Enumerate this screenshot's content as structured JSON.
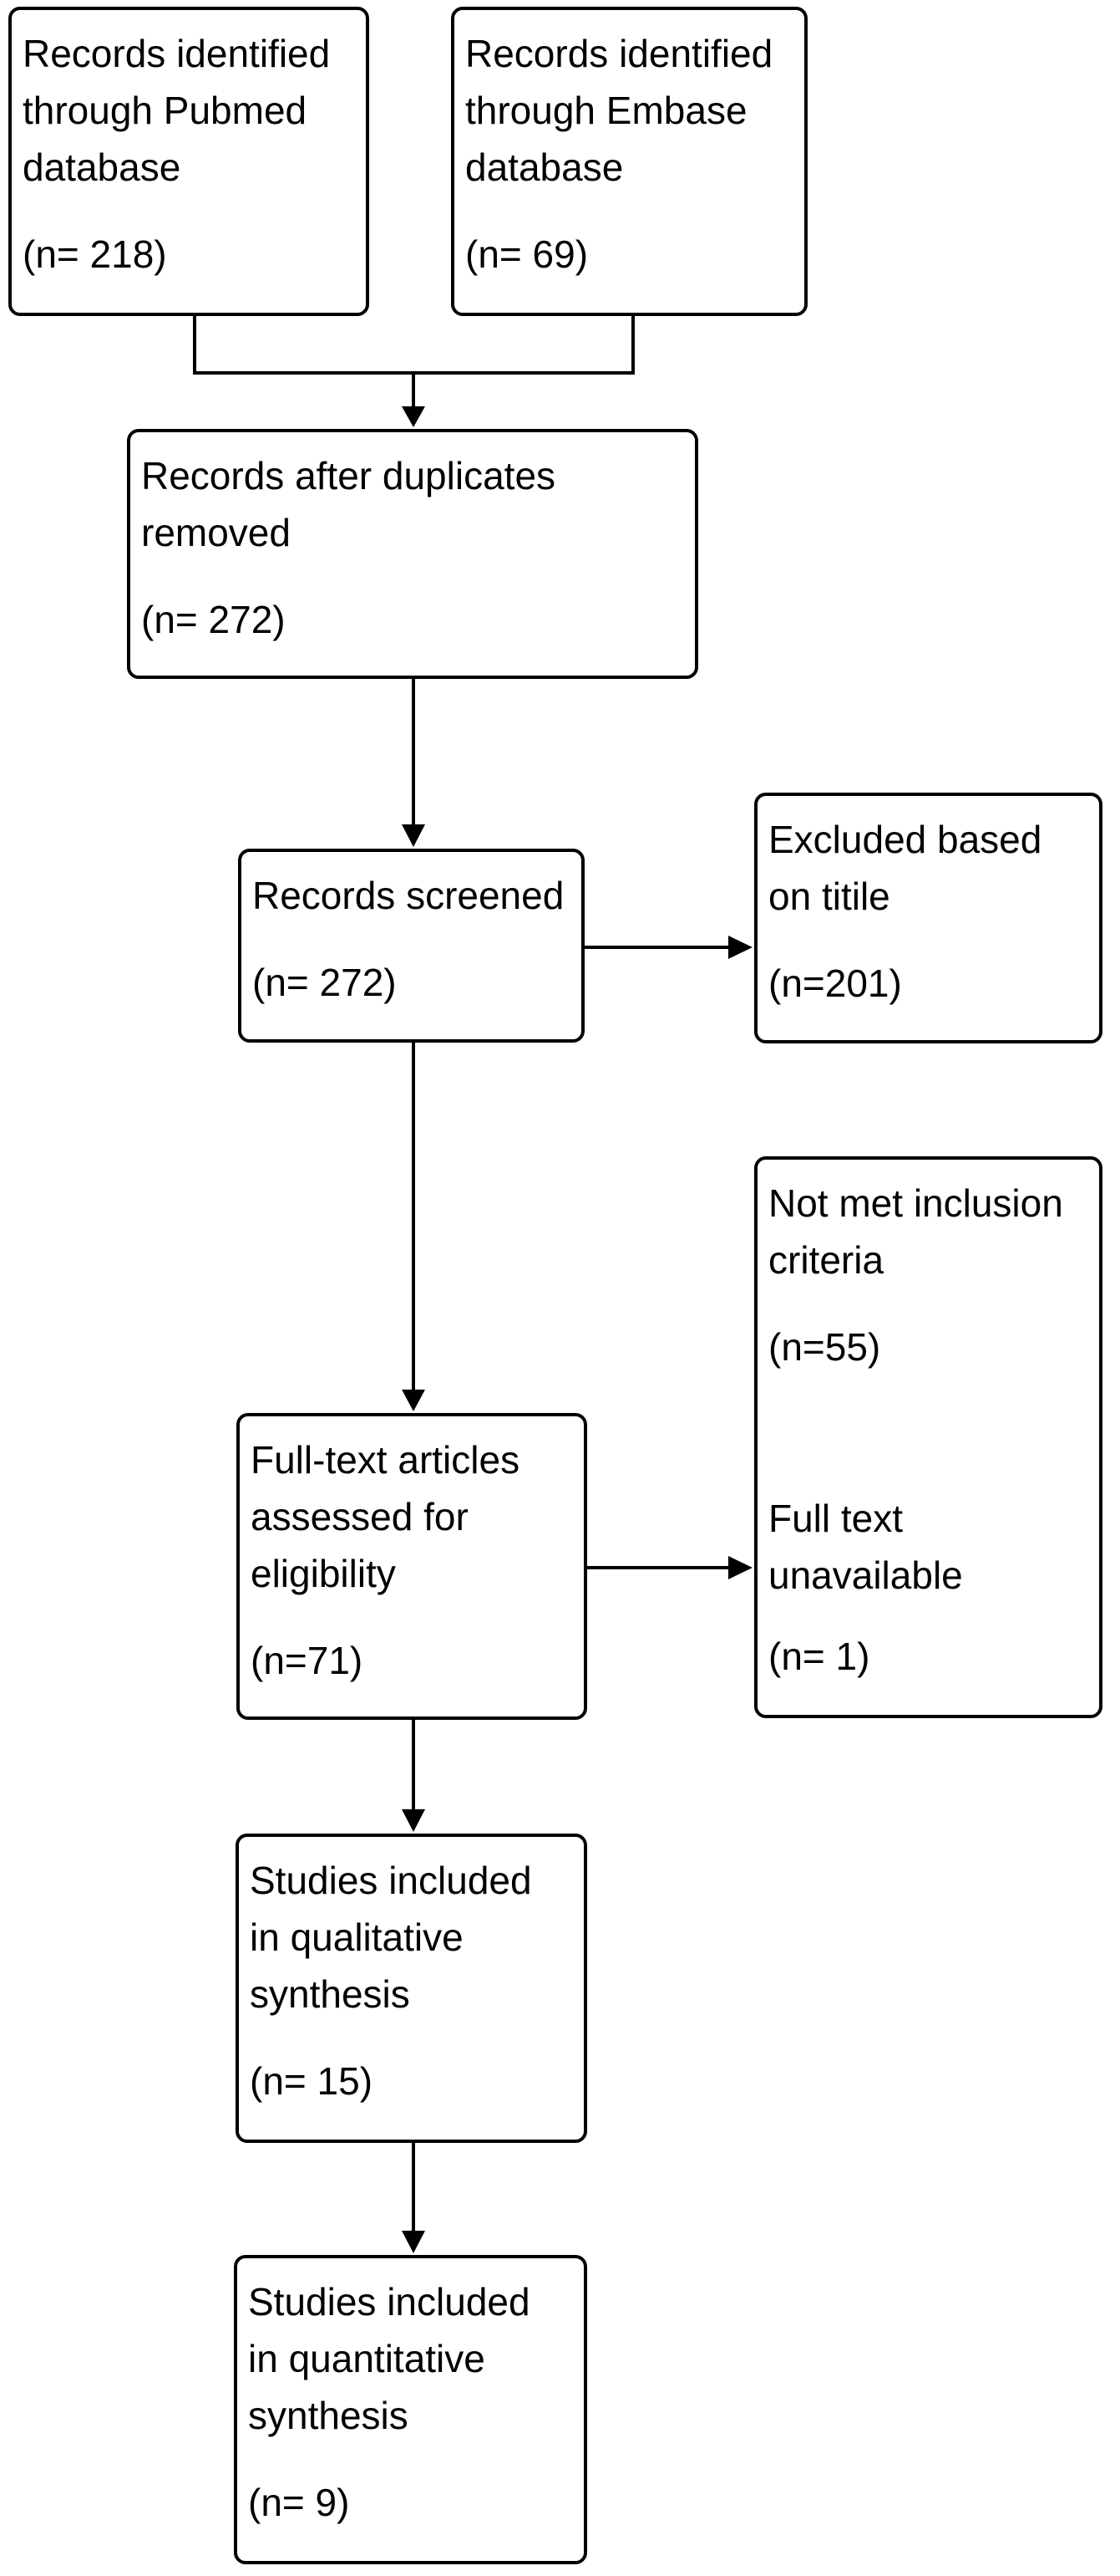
{
  "figure": {
    "type": "prisma-flow-diagram",
    "background_color": "#ffffff",
    "ink_color": "#000000"
  },
  "boxes": {
    "pubmed": {
      "line1": "Records identified",
      "line2": "through Pubmed",
      "line3": "database",
      "count": "(n= 218)"
    },
    "embase": {
      "line1": "Records identified",
      "line2": "through Embase",
      "line3": "database",
      "count": "(n= 69)"
    },
    "duplicates": {
      "line1": "Records after duplicates",
      "line2": "removed",
      "count": "(n= 272)"
    },
    "screened": {
      "line1": "Records screened",
      "count": "(n= 272)"
    },
    "excludedTitle": {
      "line1": "Excluded based",
      "line2": "on titile",
      "count": "(n=201)"
    },
    "fullText": {
      "line1": "Full-text articles",
      "line2": "assessed for",
      "line3": "eligibility",
      "count": "(n=71)"
    },
    "notMet": {
      "line1": "Not met inclusion",
      "line2": "criteria",
      "count1": "(n=55)",
      "line3": "Full text",
      "line4": "unavailable",
      "count2": "(n= 1)"
    },
    "qualitative": {
      "line1": "Studies included",
      "line2": "in qualitative",
      "line3": "synthesis",
      "count": "(n= 15)"
    },
    "quantitative": {
      "line1": "Studies included",
      "line2": "in quantitative",
      "line3": "synthesis",
      "count": "(n= 9)"
    }
  },
  "edges": [
    {
      "from": "pubmed",
      "to": "duplicates",
      "direction": "down"
    },
    {
      "from": "embase",
      "to": "duplicates",
      "direction": "down"
    },
    {
      "from": "duplicates",
      "to": "screened",
      "direction": "down"
    },
    {
      "from": "screened",
      "to": "excludedTitle",
      "direction": "right"
    },
    {
      "from": "screened",
      "to": "fullText",
      "direction": "down"
    },
    {
      "from": "fullText",
      "to": "notMet",
      "direction": "right"
    },
    {
      "from": "fullText",
      "to": "qualitative",
      "direction": "down"
    },
    {
      "from": "qualitative",
      "to": "quantitative",
      "direction": "down"
    }
  ]
}
